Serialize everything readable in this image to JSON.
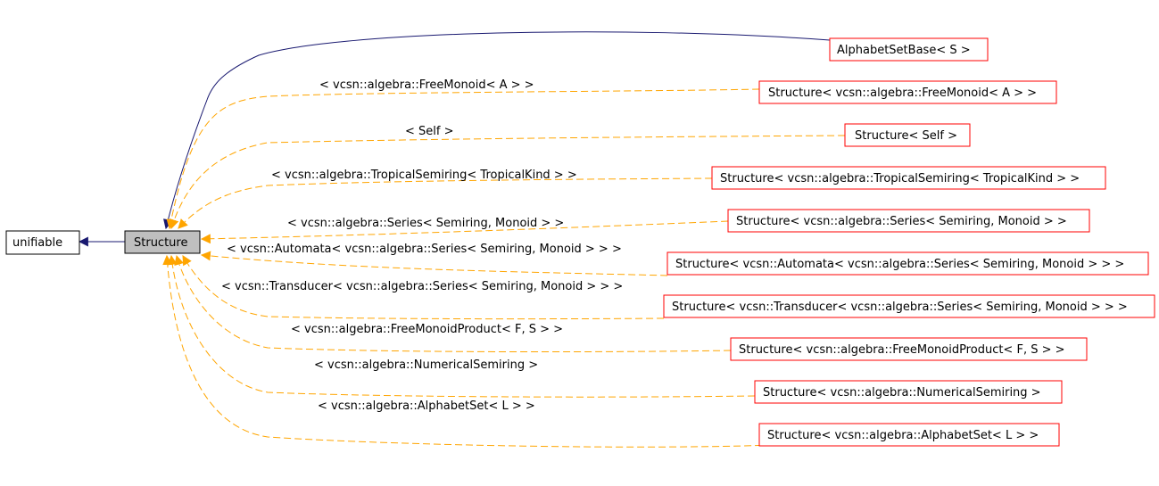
{
  "colors": {
    "inheritance_edge": "#191970",
    "template_edge": "#ffa500",
    "template_node_border": "#ff0000",
    "base_node_border": "#000000",
    "focus_node_fill": "#bfbfbf"
  },
  "nodes": {
    "unifiable": "unifiable",
    "structure": "Structure",
    "alphabet_set_base": "AlphabetSetBase< S >",
    "s_free_monoid": "Structure< vcsn::algebra::FreeMonoid< A > >",
    "s_self": "Structure< Self >",
    "s_tropical": "Structure< vcsn::algebra::TropicalSemiring< TropicalKind > >",
    "s_series": "Structure< vcsn::algebra::Series< Semiring, Monoid > >",
    "s_automata": "Structure< vcsn::Automata< vcsn::algebra::Series< Semiring, Monoid > > >",
    "s_transducer": "Structure< vcsn::Transducer< vcsn::algebra::Series< Semiring, Monoid > > >",
    "s_fmp": "Structure< vcsn::algebra::FreeMonoidProduct< F, S > >",
    "s_numerical": "Structure< vcsn::algebra::NumericalSemiring >",
    "s_alphabet_set": "Structure< vcsn::algebra::AlphabetSet< L > >"
  },
  "edge_labels": {
    "free_monoid": "< vcsn::algebra::FreeMonoid< A > >",
    "self": "< Self >",
    "tropical": "< vcsn::algebra::TropicalSemiring< TropicalKind > >",
    "series": "< vcsn::algebra::Series< Semiring, Monoid > >",
    "automata": "< vcsn::Automata< vcsn::algebra::Series< Semiring, Monoid > > >",
    "transducer": "< vcsn::Transducer< vcsn::algebra::Series< Semiring, Monoid > > >",
    "fmp": "< vcsn::algebra::FreeMonoidProduct< F, S > >",
    "numerical": "< vcsn::algebra::NumericalSemiring >",
    "alphabet_set": "< vcsn::algebra::AlphabetSet< L > >"
  }
}
